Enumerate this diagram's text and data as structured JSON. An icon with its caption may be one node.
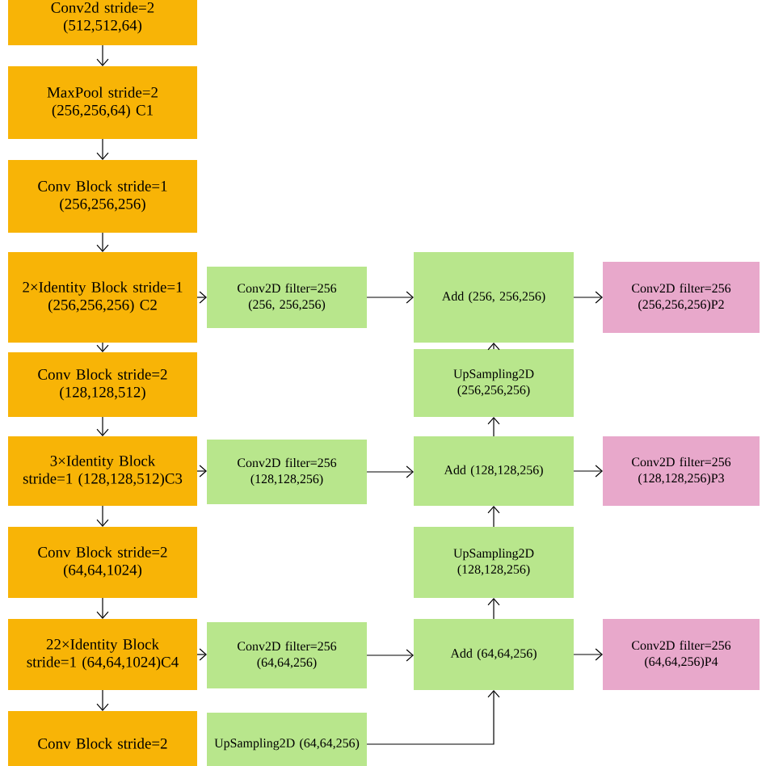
{
  "diagram": {
    "nodes": [
      {
        "text": [
          "Conv2d stride=2 (512,512,64)"
        ]
      },
      {
        "text": [
          "MaxPool stride=2 (256,256,64) C1"
        ]
      },
      {
        "text": [
          "Conv Block stride=1 (256,256,256)"
        ]
      },
      {
        "text": [
          "2×Identity Block stride=1 (256,256,256) C2"
        ]
      },
      {
        "text": [
          "Conv Block stride=2 (128,128,512)"
        ]
      },
      {
        "text": [
          "3×Identity Block stride=1 (128,128,512)C3"
        ]
      },
      {
        "text": [
          "Conv Block stride=2 (64,64,1024)"
        ]
      },
      {
        "text": [
          "22×Identity Block stride=1 (64,64,1024)C4"
        ]
      },
      {
        "text": [
          "Conv Block stride=2"
        ]
      },
      {
        "text": [
          "Conv2D filter=256 (256, 256,256)"
        ]
      },
      {
        "text": [
          "Conv2D filter=256 (128,128,256)"
        ]
      },
      {
        "text": [
          "Conv2D filter=256 (64,64,256)"
        ]
      },
      {
        "text": [
          "UpSampling2D (64,64,256)"
        ]
      },
      {
        "text": [
          "Add (256, 256,256)"
        ]
      },
      {
        "text": [
          "UpSampling2D (256,256,256)"
        ]
      },
      {
        "text": [
          "Add (128,128,256)"
        ]
      },
      {
        "text": [
          "UpSampling2D (128,128,256)"
        ]
      },
      {
        "text": [
          "Add (64,64,256)"
        ]
      },
      {
        "text": [
          "Conv2D filter=256 (256,256,256)P2"
        ]
      },
      {
        "text": [
          "Conv2D filter=256 (128,128,256)P3"
        ]
      },
      {
        "text": [
          "Conv2D filter=256 (64,64,256)P4"
        ]
      }
    ],
    "edges": [
      {
        "from": 0,
        "to": 1,
        "arrow": "to"
      },
      {
        "from": 1,
        "to": 2,
        "arrow": "to"
      },
      {
        "from": 2,
        "to": 3,
        "arrow": "to"
      },
      {
        "from": 3,
        "to": 4,
        "arrow": "to"
      },
      {
        "from": 4,
        "to": 5,
        "arrow": "to"
      },
      {
        "from": 5,
        "to": 6,
        "arrow": "to"
      },
      {
        "from": 6,
        "to": 7,
        "arrow": "to"
      },
      {
        "from": 7,
        "to": 8,
        "arrow": "to"
      },
      {
        "from": 3,
        "to": 9,
        "arrow": "to"
      },
      {
        "from": 5,
        "to": 10,
        "arrow": "to"
      },
      {
        "from": 7,
        "to": 11,
        "arrow": "to"
      },
      {
        "from": 9,
        "to": 13,
        "arrow": "to"
      },
      {
        "from": 10,
        "to": 15,
        "arrow": "to"
      },
      {
        "from": 11,
        "to": 17,
        "arrow": "to"
      },
      {
        "from": 12,
        "to": 17,
        "arrow": "to"
      },
      {
        "from": 17,
        "to": 16,
        "arrow": "to"
      },
      {
        "from": 16,
        "to": 15,
        "arrow": "to"
      },
      {
        "from": 15,
        "to": 14,
        "arrow": "to"
      },
      {
        "from": 14,
        "to": 13,
        "arrow": "to"
      },
      {
        "from": 13,
        "to": 18,
        "arrow": "to"
      },
      {
        "from": 15,
        "to": 19,
        "arrow": "to"
      },
      {
        "from": 17,
        "to": 20,
        "arrow": "to"
      }
    ]
  }
}
